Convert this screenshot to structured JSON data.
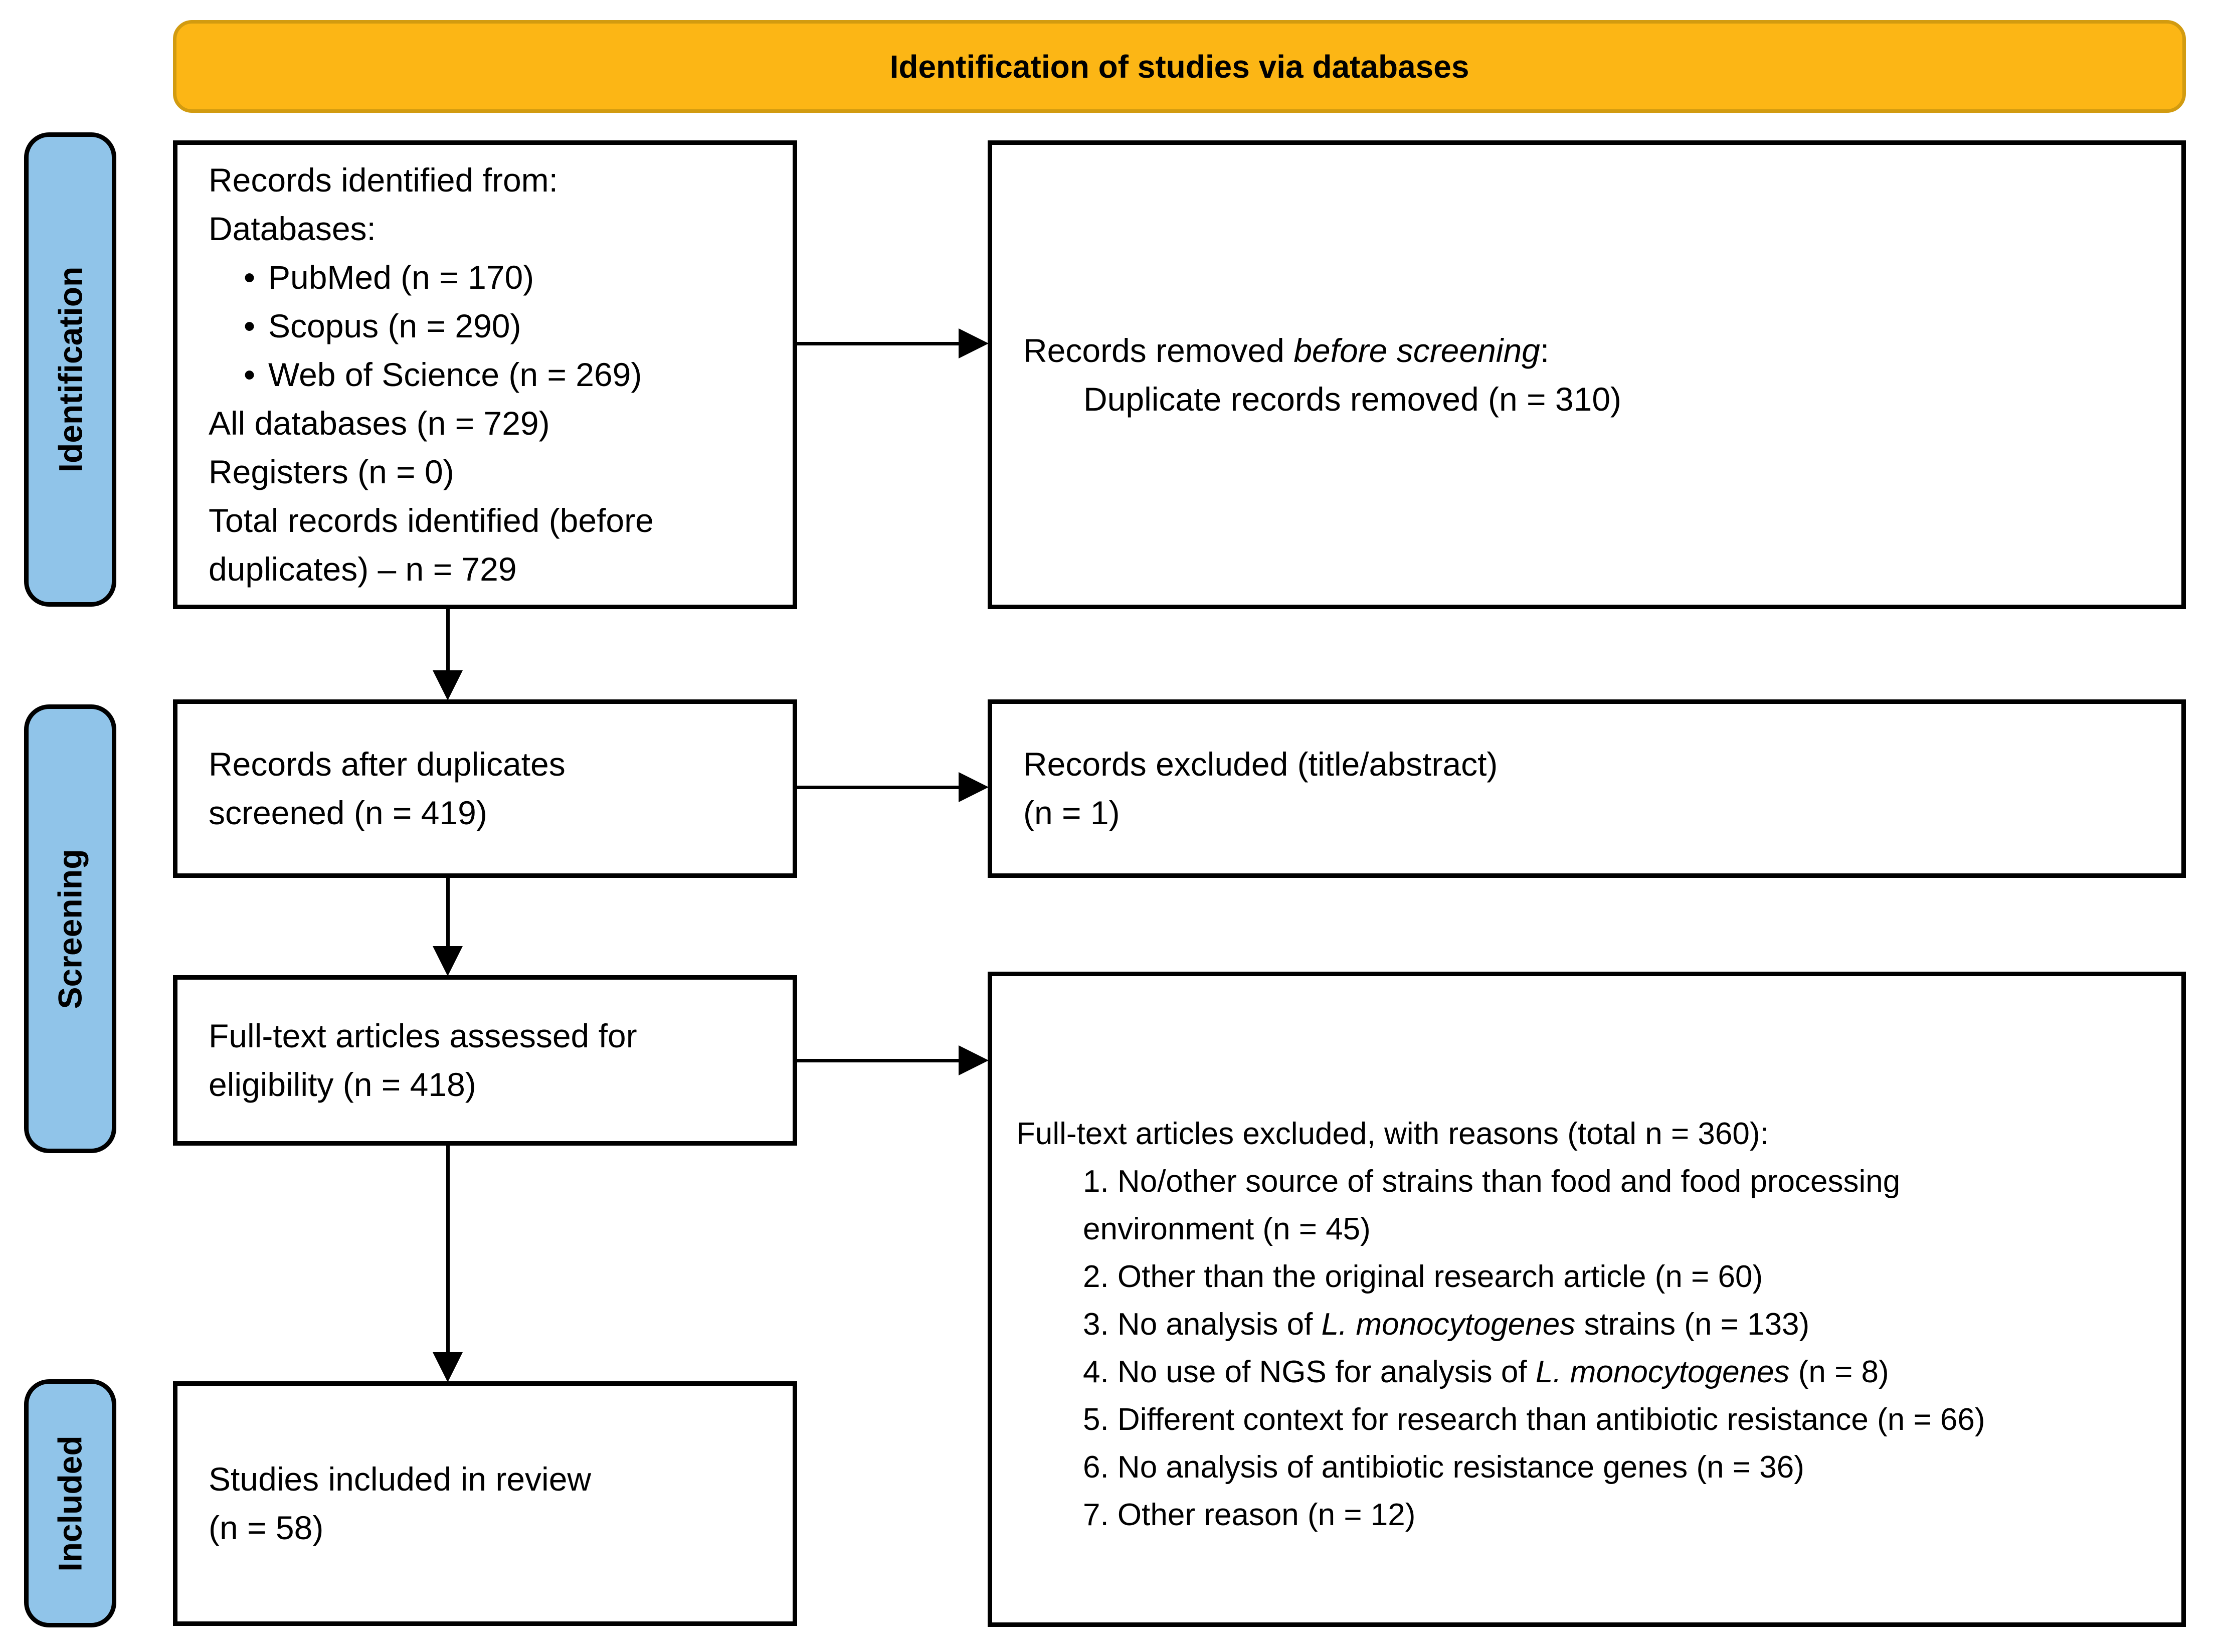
{
  "banner": {
    "title": "Identification of studies via databases"
  },
  "sidebar": {
    "identification": "Identification",
    "screening": "Screening",
    "included": "Included"
  },
  "glyphs": {
    "bullet": "•"
  },
  "colors": {
    "banner_fill": "#FCB615",
    "banner_border": "#D29B10",
    "stage_fill": "#90C4E9",
    "box_border": "#000000"
  },
  "identification_row": {
    "records_identified": {
      "heading": "Records identified from:",
      "subheading": "Databases:",
      "bullets": [
        "PubMed (n = 170)",
        "Scopus (n = 290)",
        "Web of Science (n = 269)"
      ],
      "all_databases": "All databases (n = 729)",
      "registers": "Registers (n = 0)",
      "total_line1": "Total records identified (before",
      "total_line2": "duplicates) – n = 729"
    },
    "records_removed": {
      "prefix": "Records removed ",
      "italic": "before screening",
      "suffix": ":",
      "detail": "Duplicate records removed (n = 310)"
    }
  },
  "screening_row": {
    "records_screened": {
      "line1": "Records after duplicates",
      "line2": "screened (n = 419)"
    },
    "records_excluded": {
      "line1": "Records excluded (title/abstract)",
      "line2": "(n = 1)"
    },
    "fulltext_assessed": {
      "line1": "Full-text articles assessed for",
      "line2": "eligibility (n = 418)"
    },
    "fulltext_excluded": {
      "heading": "Full-text articles excluded, with reasons (total n = 360):",
      "reasons": [
        {
          "line1": "1. No/other source of strains than food and food processing",
          "line2": "environment (n = 45)"
        },
        {
          "text": "2. Other than the original research article (n = 60)"
        },
        {
          "prefix": "3. No analysis of ",
          "italic": "L. monocytogenes",
          "suffix": " strains (n = 133)"
        },
        {
          "prefix": "4. No use of NGS for analysis of ",
          "italic": "L. monocytogenes",
          "suffix": " (n = 8)"
        },
        {
          "text": "5. Different context for research than antibiotic resistance (n = 66)"
        },
        {
          "text": "6. No analysis of antibiotic resistance genes (n = 36)"
        },
        {
          "text": "7. Other reason (n = 12)"
        }
      ]
    }
  },
  "included_row": {
    "studies_included": {
      "line1": "Studies included in review",
      "line2": "(n = 58)"
    }
  }
}
